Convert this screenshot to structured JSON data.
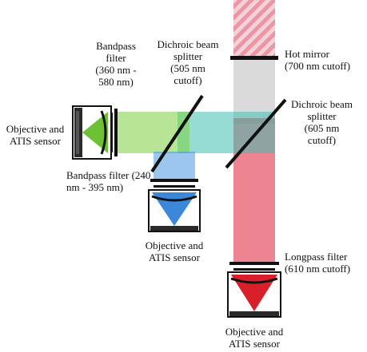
{
  "labels": {
    "bandpass_filter_top": "Bandpass\nfilter\n(360 nm -\n580 nm)",
    "dichroic_505": "Dichroic beam\nsplitter\n(505 nm\ncutoff)",
    "hot_mirror": "Hot mirror\n(700 nm cutoff)",
    "dichroic_605": "Dichroic beam\nsplitter\n(605 nm\ncutoff)",
    "objective_left": "Objective and\nATIS sensor",
    "bandpass_filter_bottom": "Bandpass filter (240\nnm - 395 nm)",
    "objective_middle": "Objective and\nATIS sensor",
    "longpass_filter": "Longpass filter\n(610 nm cutoff)",
    "objective_bottom": "Objective and\nATIS sensor"
  },
  "colors": {
    "green_beam": "#7ccf3e",
    "teal_beam": "#42c0b0",
    "blue_beam": "#3b8ee0",
    "red_beam": "#e0324a",
    "grey_beam": "#d0d0d0",
    "stripe_red": "#e86b7b",
    "optics_black": "#111111",
    "housing_grey": "#cfcfcf"
  }
}
